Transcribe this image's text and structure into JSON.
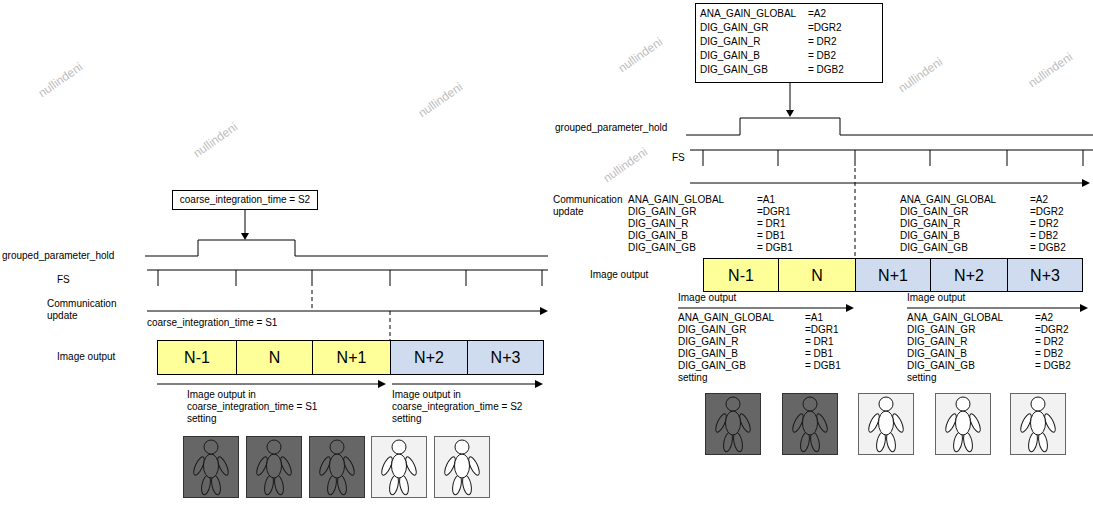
{
  "diagram": {
    "nodes": [
      {
        "text": [
          "coarse_integration_time = S2"
        ]
      },
      {
        "text": [
          "N-1"
        ]
      },
      {
        "text": [
          "N"
        ]
      },
      {
        "text": [
          "N+1"
        ]
      },
      {
        "text": [
          "N+2"
        ]
      },
      {
        "text": [
          "N+3"
        ]
      },
      {
        "text": [
          "ANA_GAIN_GLOBAL",
          "=A2",
          "DIG_GAIN_GR",
          "=DGR2",
          "DIG_GAIN_R",
          "= DR2",
          "DIG_GAIN_B",
          "= DB2",
          "DIG_GAIN_GB",
          "= DGB2"
        ]
      },
      {
        "text": [
          "N-1"
        ]
      },
      {
        "text": [
          "N"
        ]
      },
      {
        "text": [
          "N+1"
        ]
      },
      {
        "text": [
          "N+2"
        ]
      },
      {
        "text": [
          "N+3"
        ]
      }
    ],
    "labels": [
      "nullindeni",
      "nullindeni",
      "nullindeni",
      "grouped_parameter_hold",
      "FS",
      "Communication update",
      "coarse_integration_time = S1",
      "Image output",
      "Image output in coarse_integration_time = S1 setting",
      "Image output in coarse_integration_time = S2 setting",
      "nullindeni",
      "nullindeni",
      "nullindeni",
      "nullindeni",
      "grouped_parameter_hold",
      "FS",
      "Communication update",
      "ANA_GAIN_GLOBAL",
      "=A1",
      "DIG_GAIN_GR",
      "=DGR1",
      "DIG_GAIN_R",
      "= DR1",
      "DIG_GAIN_B",
      "= DB1",
      "DIG_GAIN_GB",
      "= DGB1",
      "ANA_GAIN_GLOBAL",
      "=A2",
      "DIG_GAIN_GR",
      "=DGR2",
      "DIG_GAIN_R",
      "= DR2",
      "DIG_GAIN_B",
      "= DB2",
      "DIG_GAIN_GB",
      "= DGB2",
      "Image output",
      "Image output",
      "ANA_GAIN_GLOBAL",
      "=A1",
      "DIG_GAIN_GR",
      "=DGR1",
      "DIG_GAIN_R",
      "= DR1",
      "DIG_GAIN_B",
      "= DB1",
      "DIG_GAIN_GB",
      "= DGB1",
      "setting",
      "Image output",
      "ANA_GAIN_GLOBAL",
      "=A2",
      "DIG_GAIN_GR",
      "=DGR2",
      "DIG_GAIN_R",
      "= DR2",
      "DIG_GAIN_B",
      "= DB2",
      "DIG_GAIN_GB",
      "= DGB2",
      "setting"
    ]
  }
}
